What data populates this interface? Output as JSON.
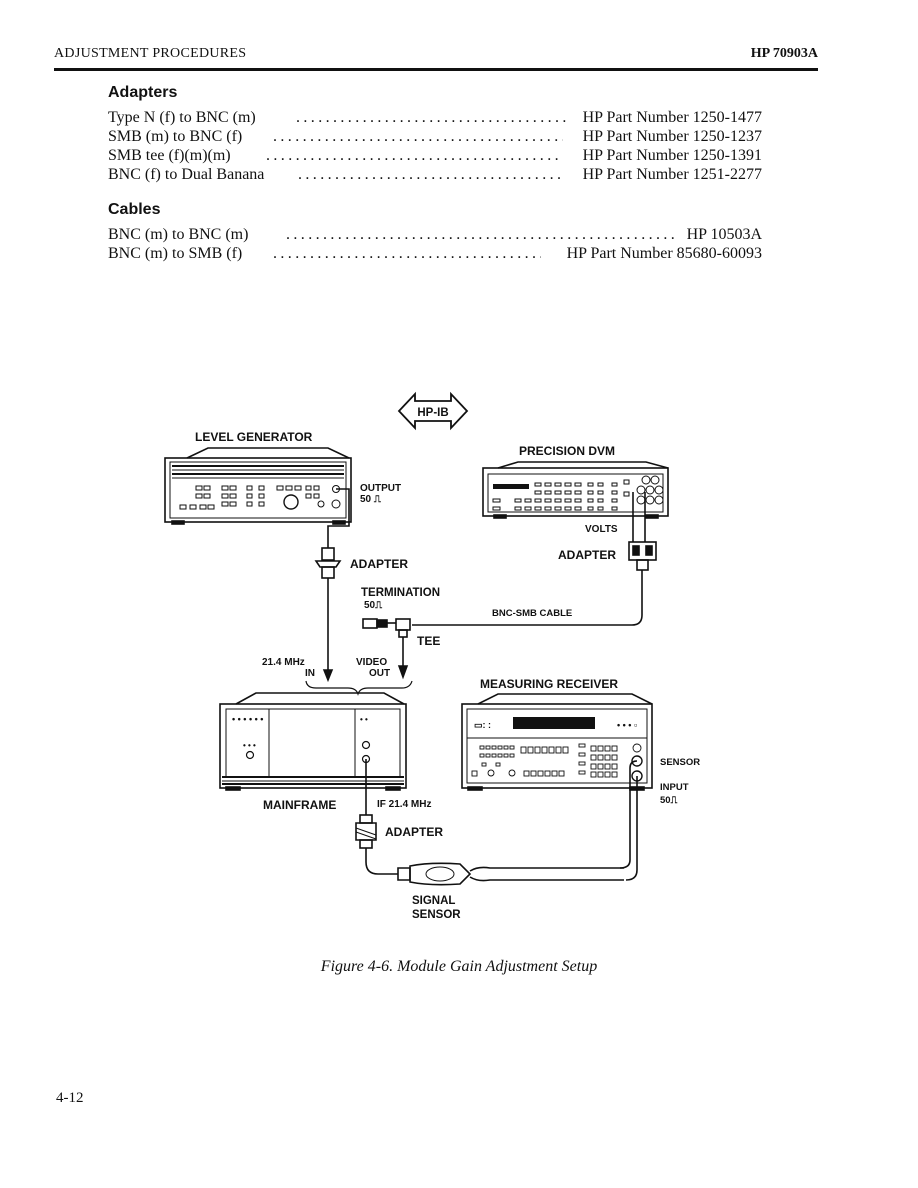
{
  "header": {
    "section": "ADJUSTMENT PROCEDURES",
    "model": "HP 70903A"
  },
  "adapters": {
    "title": "Adapters",
    "items": [
      {
        "name": "Type N (f) to BNC (m)",
        "part": "HP Part Number 1250-1477"
      },
      {
        "name": "SMB (m) to BNC (f)",
        "part": "HP Part Number 1250-1237"
      },
      {
        "name": "SMB tee (f)(m)(m)",
        "part": "HP Part Number 1250-1391"
      },
      {
        "name": "BNC (f) to Dual Banana",
        "part": "HP Part Number 1251-2277"
      }
    ]
  },
  "cables": {
    "title": "Cables",
    "items": [
      {
        "name": "BNC (m) to BNC (m)",
        "part": "HP 10503A"
      },
      {
        "name": "BNC (m) to SMB (f)",
        "part": "HP Part Number 85680-60093"
      }
    ]
  },
  "diagram": {
    "hpib": "HP-IB",
    "level_generator": "LEVEL GENERATOR",
    "output_line1": "OUTPUT",
    "output_line2": "50 ⎍",
    "precision_dvm": "PRECISION DVM",
    "volts": "VOLTS",
    "adapter_dvm": "ADAPTER",
    "adapter_gen": "ADAPTER",
    "termination": "TERMINATION",
    "termination_ohm": "50⎍",
    "bnc_smb_cable": "BNC-SMB CABLE",
    "tee": "TEE",
    "freq_in_line1": "21.4 MHz",
    "freq_in_line2": "IN",
    "video_out_line1": "VIDEO",
    "video_out_line2": "OUT",
    "measuring_receiver": "MEASURING RECEIVER",
    "mainframe": "MAINFRAME",
    "if_label": "IF 21.4 MHz",
    "adapter_main": "ADAPTER",
    "sensor": "SENSOR",
    "input_line1": "INPUT",
    "input_line2": "50⎍",
    "signal_line1": "SIGNAL",
    "signal_line2": "SENSOR"
  },
  "caption": "Figure 4-6. Module Gain Adjustment Setup",
  "page_number": "4-12"
}
